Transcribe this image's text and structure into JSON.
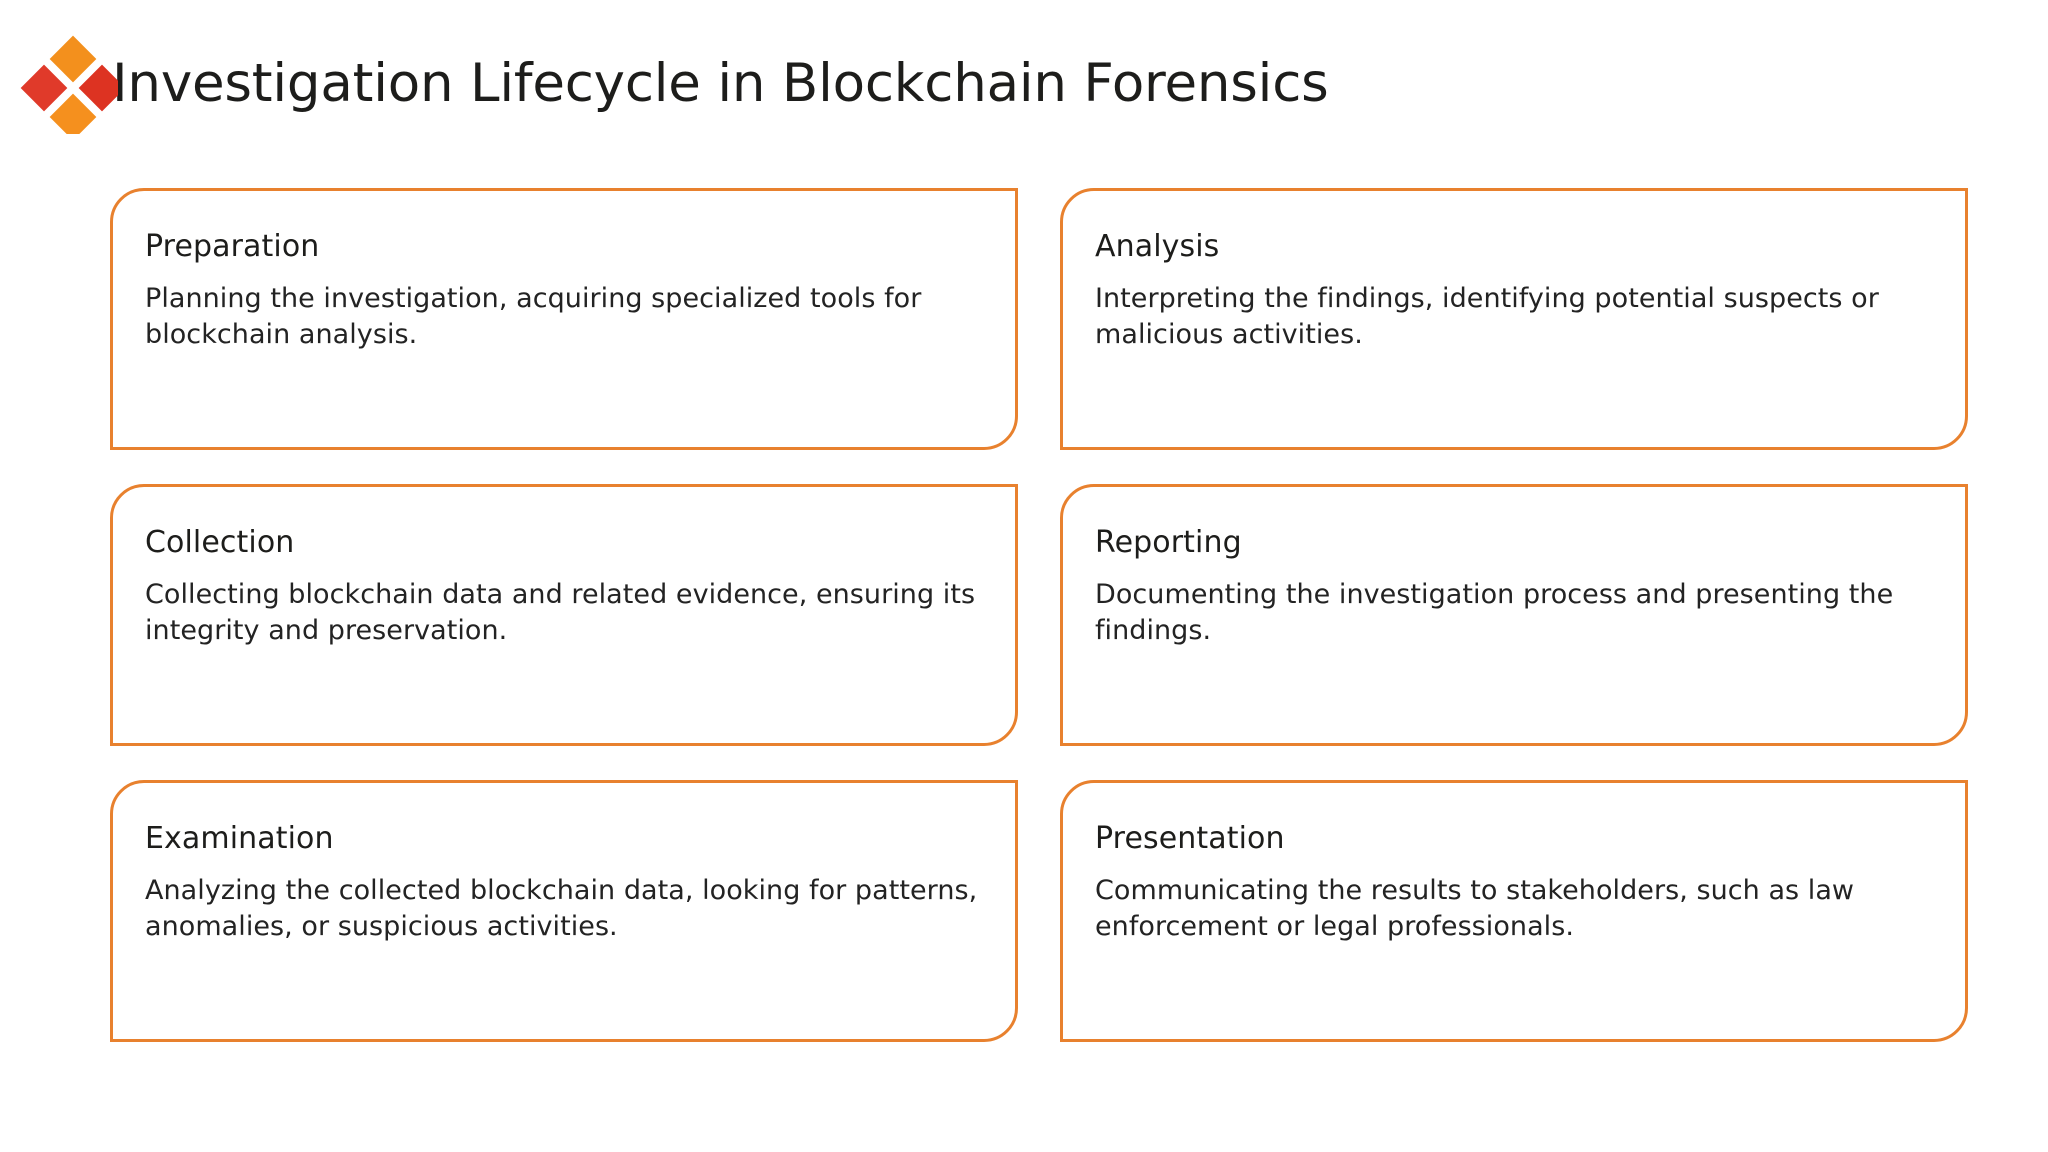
{
  "header": {
    "title": "Investigation Lifecycle in Blockchain Forensics",
    "logo": {
      "name": "diamond-cluster-logo",
      "colors": {
        "top_diamond": "#F3901D",
        "left_diamond": "#E03A2A",
        "right_diamond": "#DD3322",
        "bottom_diamond": "#F5901E"
      }
    }
  },
  "theme": {
    "card_border": "#E8812E",
    "title_text": "#1D1D1B",
    "body_text": "#232323",
    "background": "#FFFFFF"
  },
  "cards": [
    {
      "title": "Preparation",
      "description": "Planning the investigation, acquiring specialized tools for blockchain analysis."
    },
    {
      "title": "Analysis",
      "description": "Interpreting the findings, identifying potential suspects or malicious activities."
    },
    {
      "title": "Collection",
      "description": "Collecting blockchain data and related evidence, ensuring its integrity and preservation."
    },
    {
      "title": "Reporting",
      "description": "Documenting the investigation process and presenting the findings."
    },
    {
      "title": "Examination",
      "description": "Analyzing the collected blockchain data, looking for patterns, anomalies, or suspicious activities."
    },
    {
      "title": "Presentation",
      "description": "Communicating the results to stakeholders, such as law enforcement or legal professionals."
    }
  ]
}
